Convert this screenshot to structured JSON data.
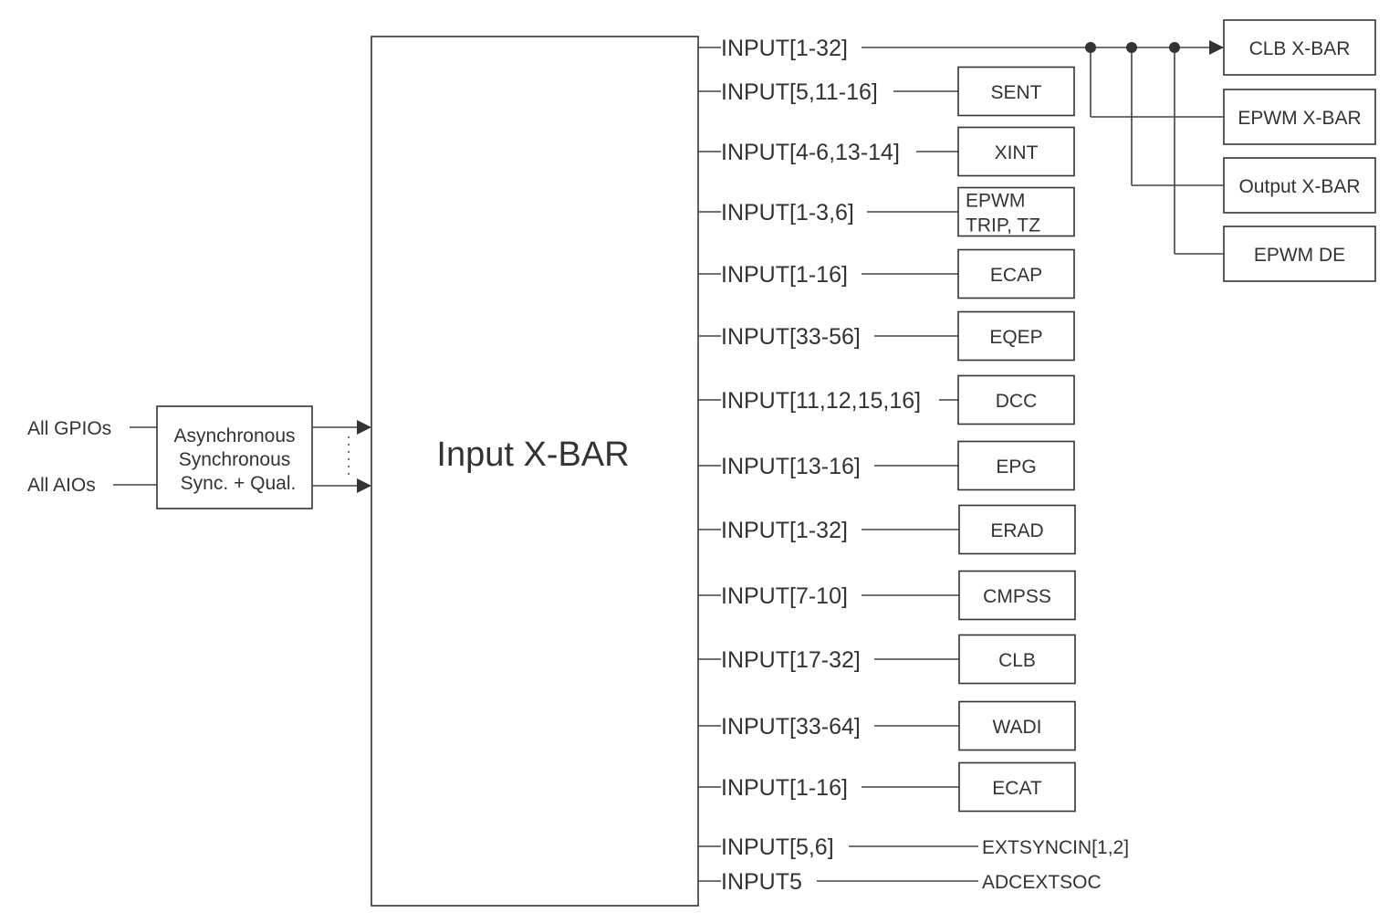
{
  "title": "Input X-BAR",
  "sources": [
    {
      "id": "gpio",
      "label": "All GPIOs"
    },
    {
      "id": "aio",
      "label": "All AIOs"
    }
  ],
  "qualifier": {
    "lines": [
      "Asynchronous",
      "Synchronous",
      "Sync. + Qual."
    ]
  },
  "outputs": [
    {
      "input": "INPUT[1-32]",
      "dest": "CLB X-BAR",
      "boxed": true,
      "fanout": true
    },
    {
      "input": "INPUT[5,11-16]",
      "dest": "SENT",
      "boxed": true
    },
    {
      "input": "INPUT[4-6,13-14]",
      "dest": "XINT",
      "boxed": true
    },
    {
      "input": "INPUT[1-3,6]",
      "dest": "EPWM\nTRIP, TZ",
      "boxed": true
    },
    {
      "input": "INPUT[1-16]",
      "dest": "ECAP",
      "boxed": true
    },
    {
      "input": "INPUT[33-56]",
      "dest": "EQEP",
      "boxed": true
    },
    {
      "input": "INPUT[11,12,15,16]",
      "dest": "DCC",
      "boxed": true
    },
    {
      "input": "INPUT[13-16]",
      "dest": "EPG",
      "boxed": true
    },
    {
      "input": "INPUT[1-32]",
      "dest": "ERAD",
      "boxed": true
    },
    {
      "input": "INPUT[7-10]",
      "dest": "CMPSS",
      "boxed": true
    },
    {
      "input": "INPUT[17-32]",
      "dest": "CLB",
      "boxed": true
    },
    {
      "input": "INPUT[33-64]",
      "dest": "WADI",
      "boxed": true
    },
    {
      "input": "INPUT[1-16]",
      "dest": "ECAT",
      "boxed": true
    },
    {
      "input": "INPUT[5,6]",
      "dest": "EXTSYNCIN[1,2]",
      "boxed": false
    },
    {
      "input": "INPUT5",
      "dest": "ADCEXTSOC",
      "boxed": false
    }
  ],
  "fanout_targets": [
    "CLB X-BAR",
    "EPWM X-BAR",
    "Output X-BAR",
    "EPWM DE"
  ],
  "colors": {
    "line": "#444444",
    "text": "#333333",
    "background": "#ffffff"
  }
}
